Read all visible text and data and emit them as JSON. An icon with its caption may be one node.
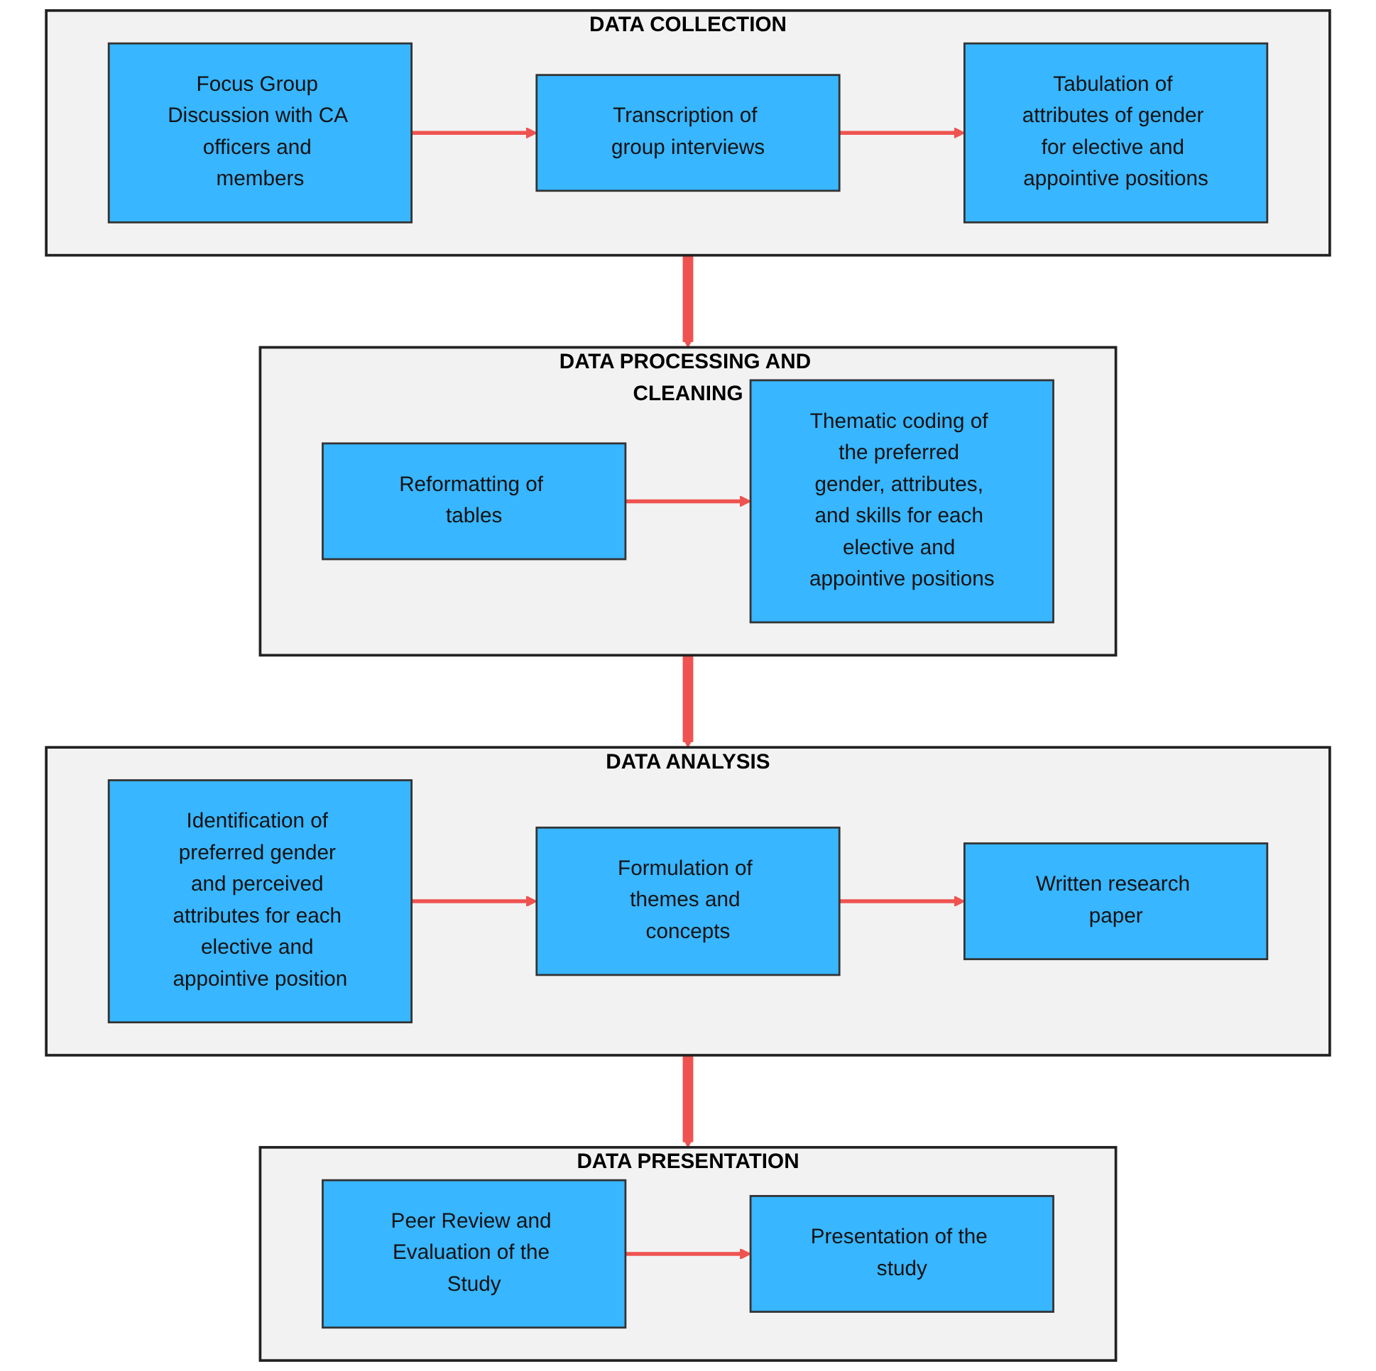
{
  "diagram": {
    "nodes": [
      {
        "text": [
          "DATA COLLECTION"
        ]
      },
      {
        "text": [
          "Focus Group Discussion with CA officers and members"
        ],
        "in": 0
      },
      {
        "text": [
          "Transcription of group interviews"
        ],
        "in": 0
      },
      {
        "text": [
          "Tabulation of attributes of gender for elective and appointive positions"
        ],
        "in": 0
      },
      {
        "text": [
          "DATA PROCESSING AND CLEANING"
        ]
      },
      {
        "text": [
          "Reformatting of tables"
        ],
        "in": 4
      },
      {
        "text": [
          "Thematic coding of the preferred gender, attributes, and skills for each elective and appointive positions"
        ],
        "in": 4
      },
      {
        "text": [
          "DATA ANALYSIS"
        ]
      },
      {
        "text": [
          "Written research paper"
        ],
        "in": 7
      },
      {
        "text": [
          "Formulation of themes and concepts"
        ],
        "in": 7
      },
      {
        "text": [
          "Identification of preferred gender and perceived attributes for each elective and appointive position"
        ],
        "in": 7
      },
      {
        "text": [
          "DATA PRESENTATION"
        ]
      },
      {
        "text": [
          "Presentation of the study"
        ],
        "in": 11
      },
      {
        "text": [
          "Peer Review and Evaluation of the Study"
        ],
        "in": 11
      }
    ],
    "edges": [
      {
        "from": 1,
        "to": 2,
        "arrow": "to"
      },
      {
        "from": 2,
        "to": 3,
        "arrow": "to"
      },
      {
        "from": 0,
        "to": 4,
        "arrow": "to",
        "style": "thick"
      },
      {
        "from": 5,
        "to": 6,
        "arrow": "to"
      },
      {
        "from": 4,
        "to": 7,
        "arrow": "to",
        "style": "thick"
      },
      {
        "from": 10,
        "to": 9,
        "arrow": "to"
      },
      {
        "from": 9,
        "to": 8,
        "arrow": "to"
      },
      {
        "from": 7,
        "to": 11,
        "arrow": "to",
        "style": "thick"
      },
      {
        "from": 13,
        "to": 12,
        "arrow": "to"
      }
    ]
  }
}
